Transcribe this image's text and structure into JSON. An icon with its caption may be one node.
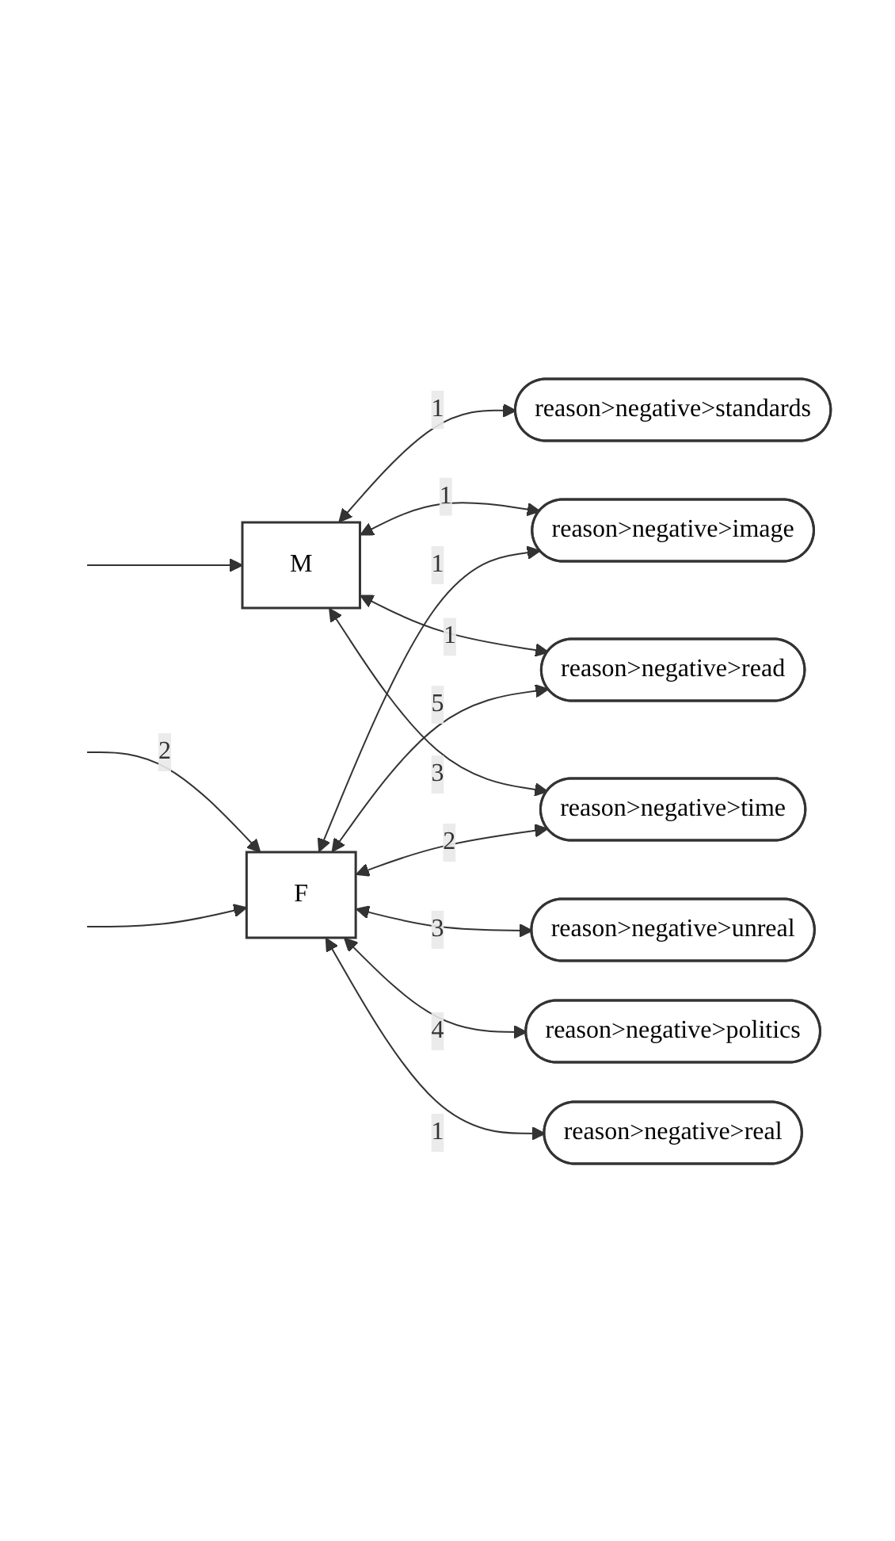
{
  "diagram": {
    "nodes": [
      {
        "text": [
          "M"
        ]
      },
      {
        "text": [
          "reason>negative>standards"
        ]
      },
      {
        "text": [
          "reason>negative>image"
        ]
      },
      {
        "text": [
          "reason>negative>read"
        ]
      },
      {
        "text": [
          "reason>negative>time"
        ]
      },
      {
        "text": [
          "F"
        ]
      },
      {
        "text": [
          "reason>negative>unreal"
        ]
      },
      {
        "text": [
          "reason>negative>politics"
        ]
      },
      {
        "text": [
          "reason>negative>real"
        ]
      }
    ],
    "edges": [
      {
        "from": null,
        "to": 0,
        "arrow": "to"
      },
      {
        "from": 0,
        "to": 1,
        "arrow": "both",
        "label": "1"
      },
      {
        "from": 0,
        "to": 2,
        "arrow": "both",
        "label": "1"
      },
      {
        "from": 0,
        "to": 3,
        "arrow": "both",
        "label": "1"
      },
      {
        "from": 0,
        "to": 4,
        "arrow": "both",
        "label": "3"
      },
      {
        "from": 5,
        "to": 2,
        "arrow": "both",
        "label": "1"
      },
      {
        "from": 5,
        "to": 3,
        "arrow": "both",
        "label": "5"
      },
      {
        "from": 5,
        "to": 4,
        "arrow": "both",
        "label": "2"
      },
      {
        "from": 5,
        "to": 6,
        "arrow": "both",
        "label": "3"
      },
      {
        "from": 5,
        "to": 7,
        "arrow": "both",
        "label": "4"
      },
      {
        "from": 5,
        "to": 8,
        "arrow": "both",
        "label": "1"
      },
      {
        "from": null,
        "to": 5,
        "arrow": "to",
        "label": "2"
      },
      {
        "from": null,
        "to": 5,
        "arrow": "to"
      }
    ]
  }
}
